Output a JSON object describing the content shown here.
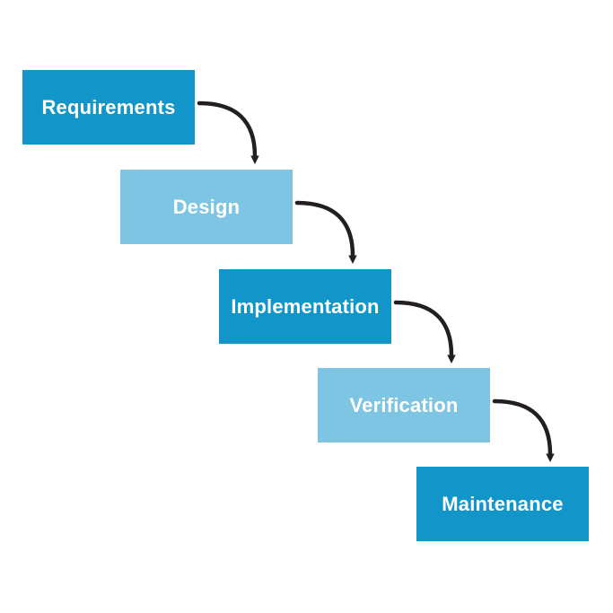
{
  "diagram": {
    "type": "waterfall-process",
    "steps": [
      {
        "label": "Requirements",
        "tone": "dark"
      },
      {
        "label": "Design",
        "tone": "light"
      },
      {
        "label": "Implementation",
        "tone": "dark"
      },
      {
        "label": "Verification",
        "tone": "light"
      },
      {
        "label": "Maintenance",
        "tone": "dark"
      }
    ],
    "connectors": [
      {
        "from": "Requirements",
        "to": "Design",
        "icon": "curved-arrow-down-icon"
      },
      {
        "from": "Design",
        "to": "Implementation",
        "icon": "curved-arrow-down-icon"
      },
      {
        "from": "Implementation",
        "to": "Verification",
        "icon": "curved-arrow-down-icon"
      },
      {
        "from": "Verification",
        "to": "Maintenance",
        "icon": "curved-arrow-down-icon"
      }
    ],
    "colors": {
      "step_dark": "#1295c9",
      "step_light": "#7dc5e2",
      "arrow": "#231f20",
      "label_text": "#ffffff",
      "background": "#ffffff"
    }
  }
}
